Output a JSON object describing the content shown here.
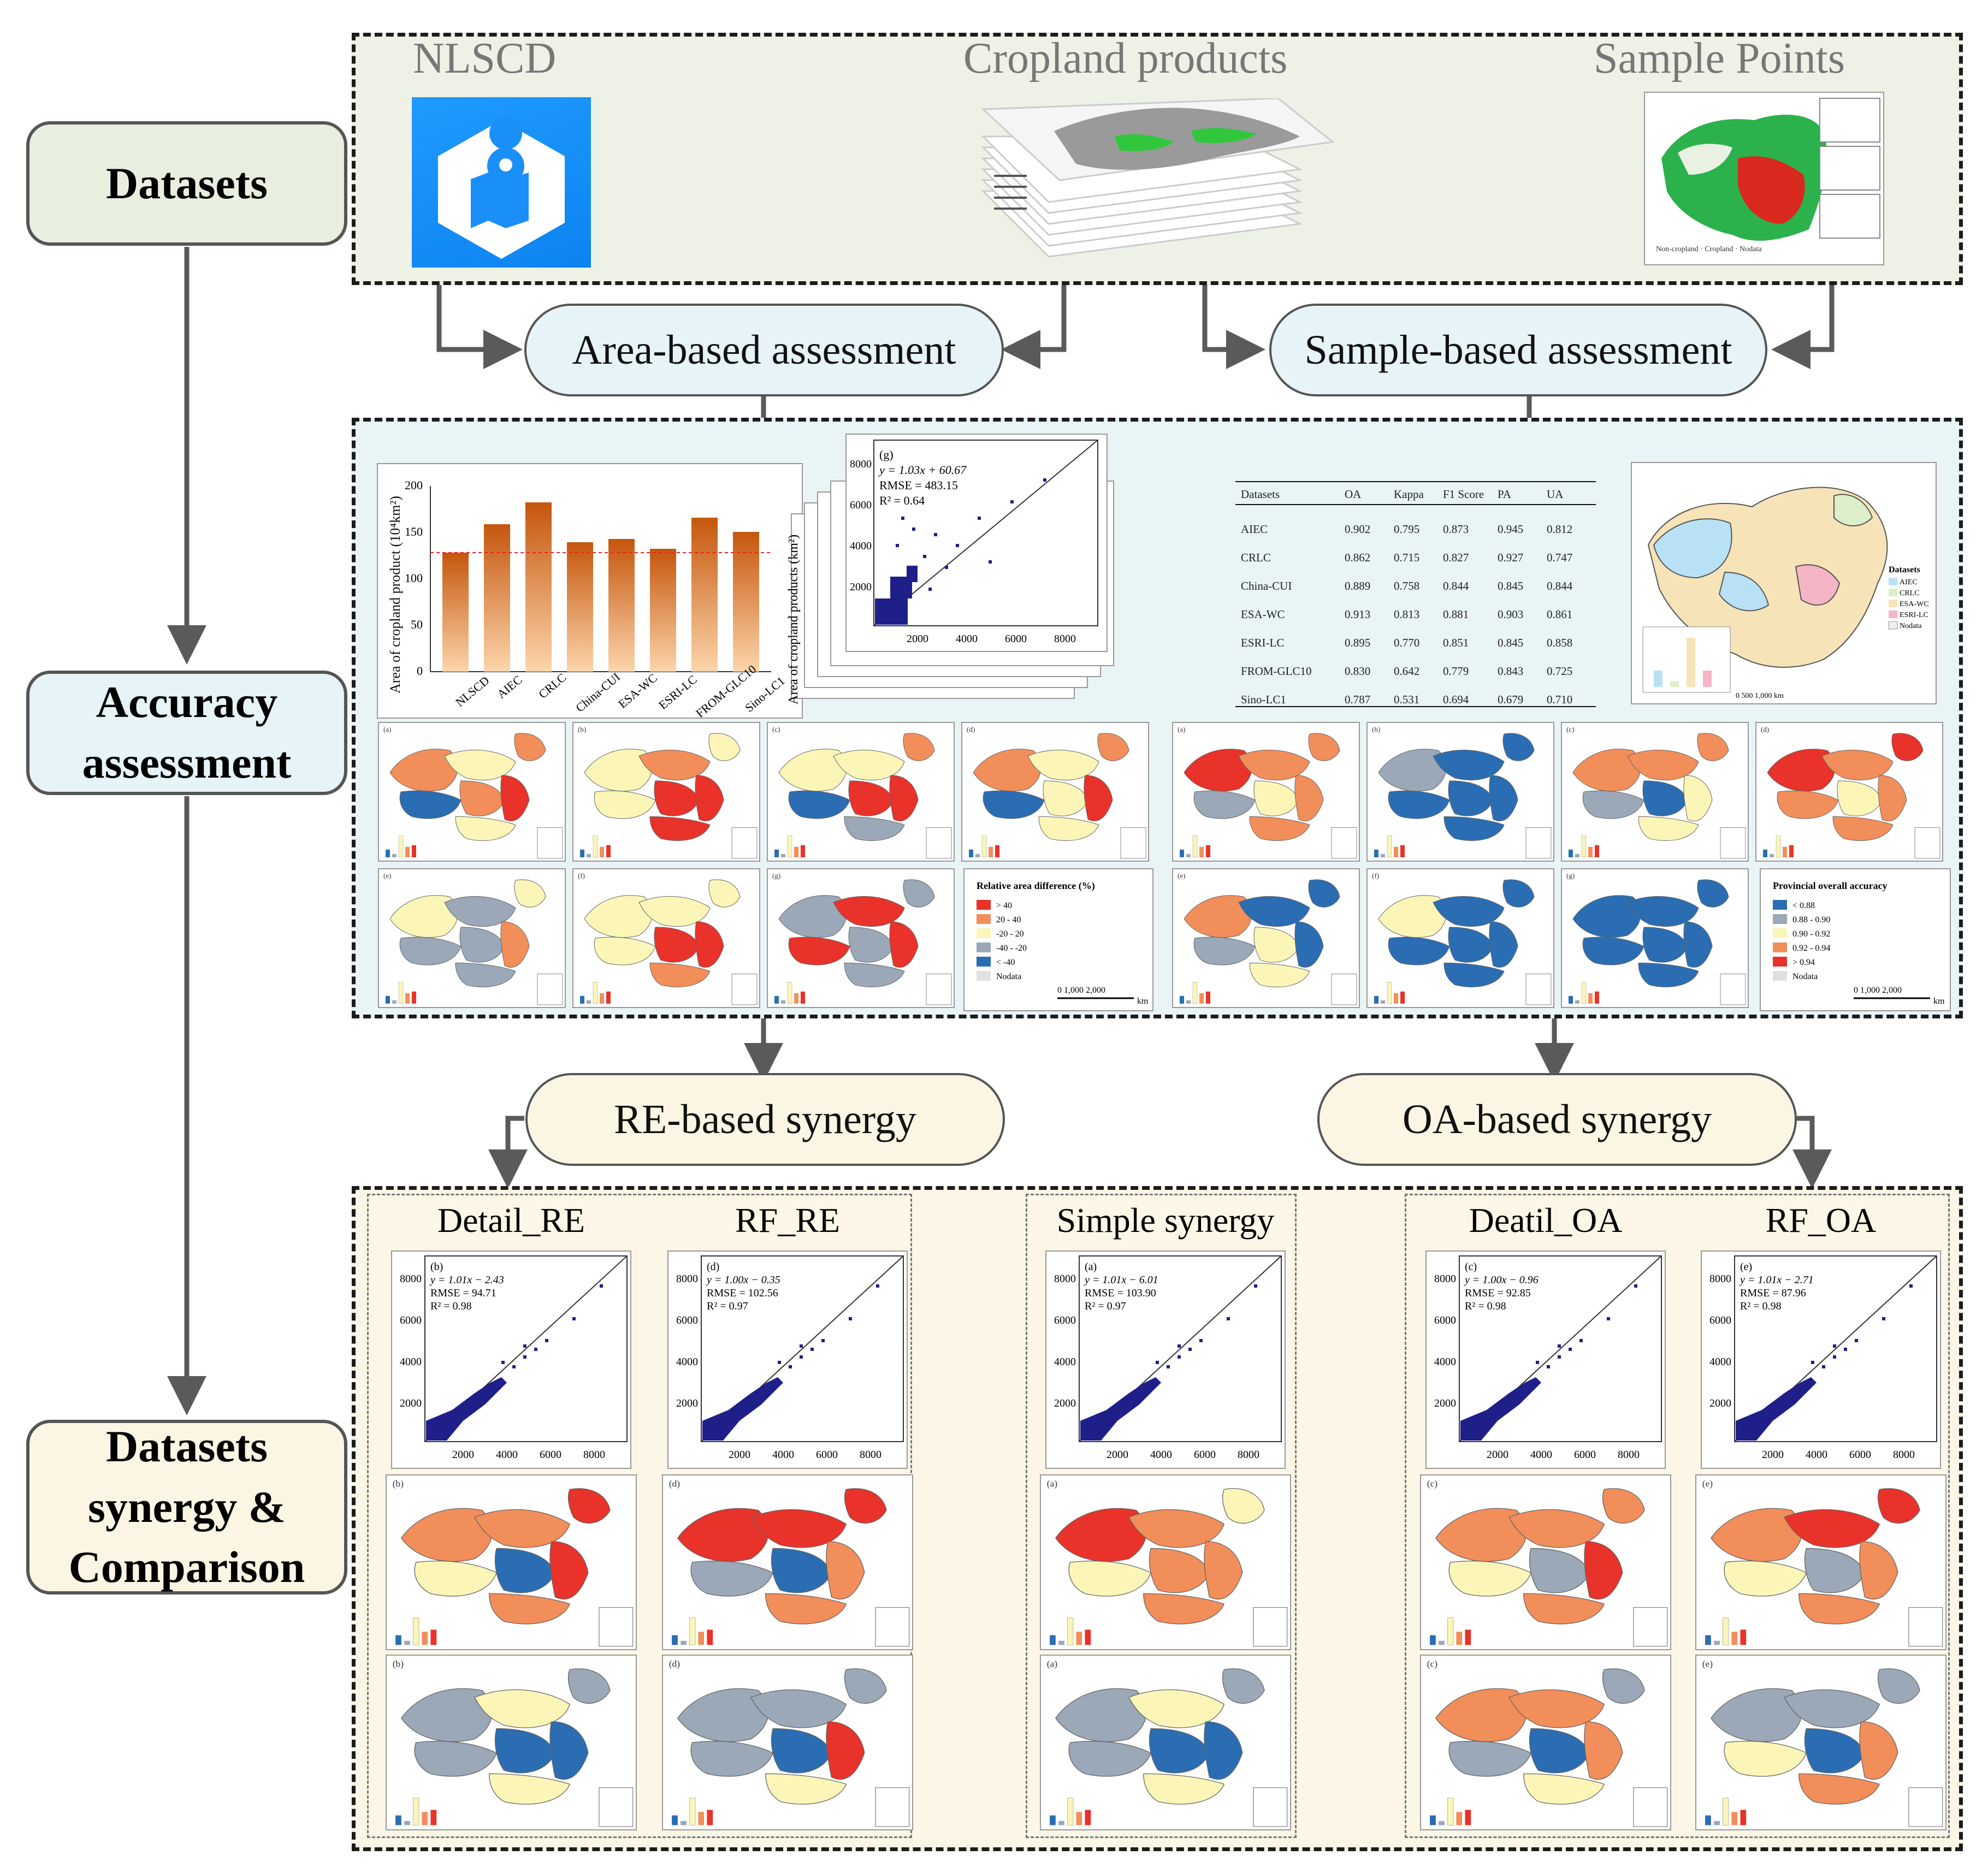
{
  "stages": {
    "datasets": "Datasets",
    "accuracy_line1": "Accuracy",
    "accuracy_line2": "assessment",
    "synergy_line1": "Datasets",
    "synergy_line2": "synergy &",
    "synergy_line3": "Comparison"
  },
  "inputs": {
    "nlscd": "NLSCD",
    "cropland_products": "Cropland products",
    "sample_points": "Sample Points"
  },
  "methods": {
    "area_based": "Area-based assessment",
    "sample_based": "Sample-based assessment",
    "re_synergy": "RE-based synergy",
    "oa_synergy": "OA-based synergy"
  },
  "bar_chart": {
    "ylabel": "Area of cropland product (10⁴km²)",
    "categories": [
      "NLSCD",
      "AIEC",
      "CRLC",
      "China-CUI",
      "ESA-WC",
      "ESRI-LC",
      "FROM-GLC10",
      "Sino-LC1"
    ],
    "ticks": [
      "50",
      "100",
      "150",
      "200"
    ]
  },
  "scatter_main": {
    "panel": "(g)",
    "eq": "y = 1.03x + 60.67",
    "rmse": "RMSE = 483.15",
    "r2": "R² = 0.64",
    "ylabel": "Area of cropland products (km²)",
    "xticks": [
      "2000",
      "4000",
      "6000",
      "8000"
    ],
    "yticks": [
      "2000",
      "4000",
      "6000",
      "8000"
    ]
  },
  "acc_table": {
    "headers": [
      "Datasets",
      "OA",
      "Kappa",
      "F1 Score",
      "PA",
      "UA"
    ],
    "rows": [
      [
        "AIEC",
        "0.902",
        "0.795",
        "0.873",
        "0.945",
        "0.812"
      ],
      [
        "CRLC",
        "0.862",
        "0.715",
        "0.827",
        "0.927",
        "0.747"
      ],
      [
        "China-CUI",
        "0.889",
        "0.758",
        "0.844",
        "0.845",
        "0.844"
      ],
      [
        "ESA-WC",
        "0.913",
        "0.813",
        "0.881",
        "0.903",
        "0.861"
      ],
      [
        "ESRI-LC",
        "0.895",
        "0.770",
        "0.851",
        "0.845",
        "0.858"
      ],
      [
        "FROM-GLC10",
        "0.830",
        "0.642",
        "0.779",
        "0.843",
        "0.725"
      ],
      [
        "Sino-LC1",
        "0.787",
        "0.531",
        "0.694",
        "0.679",
        "0.710"
      ]
    ]
  },
  "best_map": {
    "legend_title": "Datasets",
    "legend_items": [
      "AIEC",
      "CRLC",
      "ESA-WC",
      "ESRI-LC",
      "Nodata"
    ],
    "scale": "0 500 1,000 km"
  },
  "re_legend": {
    "title": "Relative area difference (%)",
    "items": [
      "> 40",
      "20 - 40",
      "-20 - 20",
      "-40 - -20",
      "< -40",
      "Nodata"
    ],
    "scale": "0   1,000   2,000",
    "unit": "km"
  },
  "oa_legend": {
    "title": "Provincial overall accuracy",
    "items": [
      "< 0.88",
      "0.88 - 0.90",
      "0.90 - 0.92",
      "0.92 - 0.94",
      "> 0.94",
      "Nodata"
    ],
    "scale": "0   1,000   2,000",
    "unit": "km"
  },
  "synergy": {
    "columns": [
      {
        "title": "Detail_RE",
        "panel": "(b)",
        "eq": "y = 1.01x − 2.43",
        "rmse": "RMSE = 94.71",
        "r2": "R² = 0.98"
      },
      {
        "title": "RF_RE",
        "panel": "(d)",
        "eq": "y = 1.00x − 0.35",
        "rmse": "RMSE = 102.56",
        "r2": "R² = 0.97"
      },
      {
        "title": "Simple synergy",
        "panel": "(a)",
        "eq": "y = 1.01x − 6.01",
        "rmse": "RMSE = 103.90",
        "r2": "R² = 0.97"
      },
      {
        "title": "Deatil_OA",
        "panel": "(c)",
        "eq": "y = 1.00x − 0.96",
        "rmse": "RMSE = 92.85",
        "r2": "R² = 0.98"
      },
      {
        "title": "RF_OA",
        "panel": "(e)",
        "eq": "y = 1.01x − 2.71",
        "rmse": "RMSE = 87.96",
        "r2": "R² = 0.98"
      }
    ],
    "ticks": [
      "2000",
      "4000",
      "6000",
      "8000"
    ]
  },
  "colors": {
    "datasets_panel": "#eef2e6",
    "accuracy_panel": "#e9f4f7",
    "synergy_panel": "#fbf6e6",
    "re_high": "#e8322a",
    "re_mid_high": "#f28e5a",
    "re_neutral": "#fbf6b8",
    "re_low": "#9aa8b8",
    "re_very_low": "#2a6db2"
  }
}
